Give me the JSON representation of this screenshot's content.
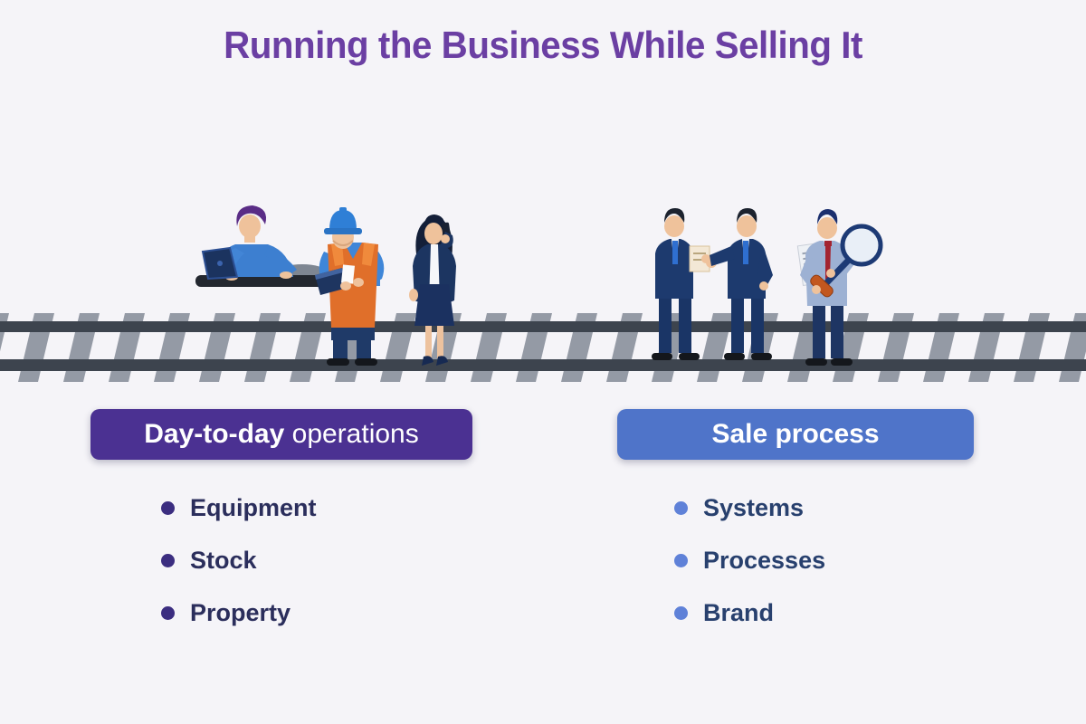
{
  "title": "Running the Business While Selling It",
  "theme": {
    "background": "#f5f4f8",
    "title_color": "#6b3fa3",
    "operations_box_color": "#4b3192",
    "sale_box_color": "#4f74c9",
    "operations_bullet_color": "#3b2d80",
    "operations_text_color": "#2b2e5c",
    "sale_bullet_color": "#5f81d8",
    "sale_text_color": "#28406e",
    "rail_color": "#3d444e",
    "tie_color": "#949aa5"
  },
  "operations": {
    "label_bold": "Day-to-day",
    "label_rest": " operations",
    "items": [
      "Equipment",
      "Stock",
      "Property"
    ]
  },
  "sale": {
    "label_bold": "Sale process",
    "label_rest": "",
    "items": [
      "Systems",
      "Processes",
      "Brand"
    ]
  },
  "illustration": {
    "track": "railway-track",
    "figures": [
      "employee-working-on-laptop-at-desk",
      "construction-worker-holding-laptop",
      "businesswoman-on-phone",
      "businessmen-handshake-with-document",
      "businessman-with-magnifying-glass"
    ]
  }
}
